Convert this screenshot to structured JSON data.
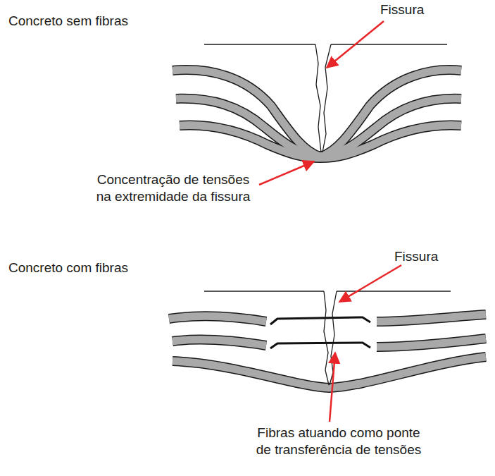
{
  "diagram": {
    "labels": [
      "Concreto sem fibras",
      "Fissura",
      "Concentração de tensões na extremidade da fissura",
      "Concreto com fibras",
      "Fissura",
      "Fibras atuando como ponte de transferência de tensões"
    ]
  }
}
